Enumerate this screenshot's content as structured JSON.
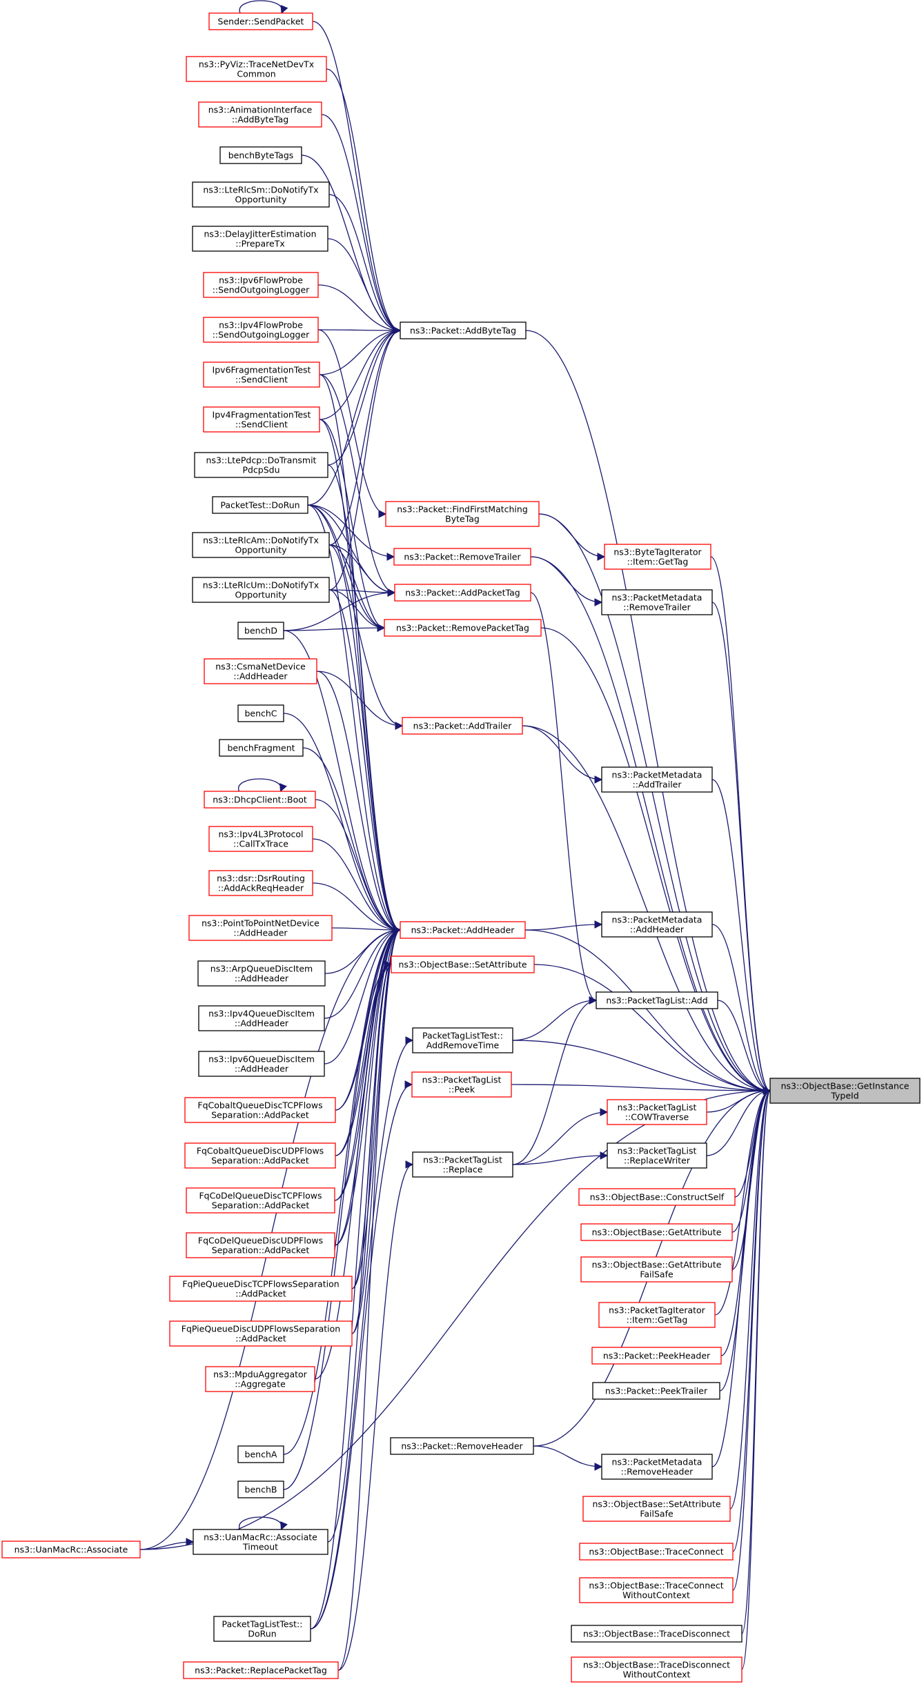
{
  "colors": {
    "edge": "#191970",
    "border_red": "#ff0000",
    "border_black": "#000000",
    "target_fill": "#bfbfbf"
  },
  "target": {
    "id": "gi",
    "lines": [
      "ns3::ObjectBase::GetInstance",
      "TypeId"
    ]
  },
  "nodes": [
    {
      "id": "sender",
      "lines": [
        "Sender::SendPacket"
      ],
      "border": "red"
    },
    {
      "id": "pyviz",
      "lines": [
        "ns3::PyViz::TraceNetDevTx",
        "Common"
      ],
      "border": "red"
    },
    {
      "id": "anim",
      "lines": [
        "ns3::AnimationInterface",
        "::AddByteTag"
      ],
      "border": "red"
    },
    {
      "id": "benchbyte",
      "lines": [
        "benchByteTags"
      ],
      "border": "black"
    },
    {
      "id": "ltesm",
      "lines": [
        "ns3::LteRlcSm::DoNotifyTx",
        "Opportunity"
      ],
      "border": "black"
    },
    {
      "id": "delay",
      "lines": [
        "ns3::DelayJitterEstimation",
        "::PrepareTx"
      ],
      "border": "black"
    },
    {
      "id": "ipv6fp",
      "lines": [
        "ns3::Ipv6FlowProbe",
        "::SendOutgoingLogger"
      ],
      "border": "red"
    },
    {
      "id": "ipv4fp",
      "lines": [
        "ns3::Ipv4FlowProbe",
        "::SendOutgoingLogger"
      ],
      "border": "red"
    },
    {
      "id": "ipv6frag",
      "lines": [
        "Ipv6FragmentationTest",
        "::SendClient"
      ],
      "border": "red"
    },
    {
      "id": "ipv4frag",
      "lines": [
        "Ipv4FragmentationTest",
        "::SendClient"
      ],
      "border": "red"
    },
    {
      "id": "ltepdcp",
      "lines": [
        "ns3::LtePdcp::DoTransmit",
        "PdcpSdu"
      ],
      "border": "black"
    },
    {
      "id": "pkttest",
      "lines": [
        "PacketTest::DoRun"
      ],
      "border": "black"
    },
    {
      "id": "lteam",
      "lines": [
        "ns3::LteRlcAm::DoNotifyTx",
        "Opportunity"
      ],
      "border": "black"
    },
    {
      "id": "lteum",
      "lines": [
        "ns3::LteRlcUm::DoNotifyTx",
        "Opportunity"
      ],
      "border": "black"
    },
    {
      "id": "benchd",
      "lines": [
        "benchD"
      ],
      "border": "black"
    },
    {
      "id": "csma",
      "lines": [
        "ns3::CsmaNetDevice",
        "::AddHeader"
      ],
      "border": "red"
    },
    {
      "id": "benchc",
      "lines": [
        "benchC"
      ],
      "border": "black"
    },
    {
      "id": "benchfrag",
      "lines": [
        "benchFragment"
      ],
      "border": "black"
    },
    {
      "id": "dhcp",
      "lines": [
        "ns3::DhcpClient::Boot"
      ],
      "border": "red"
    },
    {
      "id": "ipv4l3",
      "lines": [
        "ns3::Ipv4L3Protocol",
        "::CallTxTrace"
      ],
      "border": "red"
    },
    {
      "id": "dsr",
      "lines": [
        "ns3::dsr::DsrRouting",
        "::AddAckReqHeader"
      ],
      "border": "red"
    },
    {
      "id": "p2p",
      "lines": [
        "ns3::PointToPointNetDevice",
        "::AddHeader"
      ],
      "border": "red"
    },
    {
      "id": "arpq",
      "lines": [
        "ns3::ArpQueueDiscItem",
        "::AddHeader"
      ],
      "border": "black"
    },
    {
      "id": "ipv4q",
      "lines": [
        "ns3::Ipv4QueueDiscItem",
        "::AddHeader"
      ],
      "border": "black"
    },
    {
      "id": "ipv6q",
      "lines": [
        "ns3::Ipv6QueueDiscItem",
        "::AddHeader"
      ],
      "border": "black"
    },
    {
      "id": "fqcobtcp",
      "lines": [
        "FqCobaltQueueDiscTCPFlows",
        "Separation::AddPacket"
      ],
      "border": "red"
    },
    {
      "id": "fqcobudp",
      "lines": [
        "FqCobaltQueueDiscUDPFlows",
        "Separation::AddPacket"
      ],
      "border": "red"
    },
    {
      "id": "fqcodtcp",
      "lines": [
        "FqCoDelQueueDiscTCPFlows",
        "Separation::AddPacket"
      ],
      "border": "red"
    },
    {
      "id": "fqcodudp",
      "lines": [
        "FqCoDelQueueDiscUDPFlows",
        "Separation::AddPacket"
      ],
      "border": "red"
    },
    {
      "id": "fqpietcp",
      "lines": [
        "FqPieQueueDiscTCPFlowsSeparation",
        "::AddPacket"
      ],
      "border": "red"
    },
    {
      "id": "fqpieudp",
      "lines": [
        "FqPieQueueDiscUDPFlowsSeparation",
        "::AddPacket"
      ],
      "border": "red"
    },
    {
      "id": "mpdu",
      "lines": [
        "ns3::MpduAggregator",
        "::Aggregate"
      ],
      "border": "red"
    },
    {
      "id": "bencha",
      "lines": [
        "benchA"
      ],
      "border": "black"
    },
    {
      "id": "benchb",
      "lines": [
        "benchB"
      ],
      "border": "black"
    },
    {
      "id": "uanassoc",
      "lines": [
        "ns3::UanMacRc::Associate"
      ],
      "border": "red"
    },
    {
      "id": "uantimeout",
      "lines": [
        "ns3::UanMacRc::Associate",
        "Timeout"
      ],
      "border": "black"
    },
    {
      "id": "ptltestrun",
      "lines": [
        "PacketTagListTest::",
        "DoRun"
      ],
      "border": "black"
    },
    {
      "id": "replacepkt",
      "lines": [
        "ns3::Packet::ReplacePacketTag"
      ],
      "border": "red"
    },
    {
      "id": "addbytetag",
      "lines": [
        "ns3::Packet::AddByteTag"
      ],
      "border": "black"
    },
    {
      "id": "findfirst",
      "lines": [
        "ns3::Packet::FindFirstMatching",
        "ByteTag"
      ],
      "border": "red"
    },
    {
      "id": "removetrailer",
      "lines": [
        "ns3::Packet::RemoveTrailer"
      ],
      "border": "red"
    },
    {
      "id": "addpackettag",
      "lines": [
        "ns3::Packet::AddPacketTag"
      ],
      "border": "red"
    },
    {
      "id": "removepackettag",
      "lines": [
        "ns3::Packet::RemovePacketTag"
      ],
      "border": "red"
    },
    {
      "id": "addtrailer",
      "lines": [
        "ns3::Packet::AddTrailer"
      ],
      "border": "red"
    },
    {
      "id": "addheader",
      "lines": [
        "ns3::Packet::AddHeader"
      ],
      "border": "red"
    },
    {
      "id": "setattr",
      "lines": [
        "ns3::ObjectBase::SetAttribute"
      ],
      "border": "red"
    },
    {
      "id": "ptltest",
      "lines": [
        "PacketTagListTest::",
        "AddRemoveTime"
      ],
      "border": "black"
    },
    {
      "id": "ptlpeek",
      "lines": [
        "ns3::PacketTagList",
        "::Peek"
      ],
      "border": "red"
    },
    {
      "id": "ptlreplace",
      "lines": [
        "ns3::PacketTagList",
        "::Replace"
      ],
      "border": "black"
    },
    {
      "id": "btiget",
      "lines": [
        "ns3::ByteTagIterator",
        "::Item::GetTag"
      ],
      "border": "red"
    },
    {
      "id": "pmremtr",
      "lines": [
        "ns3::PacketMetadata",
        "::RemoveTrailer"
      ],
      "border": "black"
    },
    {
      "id": "pmaddtr",
      "lines": [
        "ns3::PacketMetadata",
        "::AddTrailer"
      ],
      "border": "black"
    },
    {
      "id": "pmaddh",
      "lines": [
        "ns3::PacketMetadata",
        "::AddHeader"
      ],
      "border": "black"
    },
    {
      "id": "ptladd",
      "lines": [
        "ns3::PacketTagList::Add"
      ],
      "border": "black"
    },
    {
      "id": "ptlcow",
      "lines": [
        "ns3::PacketTagList",
        "::COWTraverse"
      ],
      "border": "red"
    },
    {
      "id": "ptlrw",
      "lines": [
        "ns3::PacketTagList",
        "::ReplaceWriter"
      ],
      "border": "black"
    },
    {
      "id": "constructself",
      "lines": [
        "ns3::ObjectBase::ConstructSelf"
      ],
      "border": "red"
    },
    {
      "id": "getattr",
      "lines": [
        "ns3::ObjectBase::GetAttribute"
      ],
      "border": "red"
    },
    {
      "id": "getattrfs",
      "lines": [
        "ns3::ObjectBase::GetAttribute",
        "FailSafe"
      ],
      "border": "red"
    },
    {
      "id": "ptiget",
      "lines": [
        "ns3::PacketTagIterator",
        "::Item::GetTag"
      ],
      "border": "red"
    },
    {
      "id": "peekh",
      "lines": [
        "ns3::Packet::PeekHeader"
      ],
      "border": "red"
    },
    {
      "id": "peekt",
      "lines": [
        "ns3::Packet::PeekTrailer"
      ],
      "border": "black"
    },
    {
      "id": "removeh",
      "lines": [
        "ns3::Packet::RemoveHeader"
      ],
      "border": "black"
    },
    {
      "id": "pmremh",
      "lines": [
        "ns3::PacketMetadata",
        "::RemoveHeader"
      ],
      "border": "black"
    },
    {
      "id": "setattrfs",
      "lines": [
        "ns3::ObjectBase::SetAttribute",
        "FailSafe"
      ],
      "border": "red"
    },
    {
      "id": "traceconn",
      "lines": [
        "ns3::ObjectBase::TraceConnect"
      ],
      "border": "red"
    },
    {
      "id": "traceconnwc",
      "lines": [
        "ns3::ObjectBase::TraceConnect",
        "WithoutContext"
      ],
      "border": "red"
    },
    {
      "id": "tracedisc",
      "lines": [
        "ns3::ObjectBase::TraceDisconnect"
      ],
      "border": "black"
    },
    {
      "id": "tracediscwc",
      "lines": [
        "ns3::ObjectBase::TraceDisconnect",
        "WithoutContext"
      ],
      "border": "red"
    }
  ]
}
